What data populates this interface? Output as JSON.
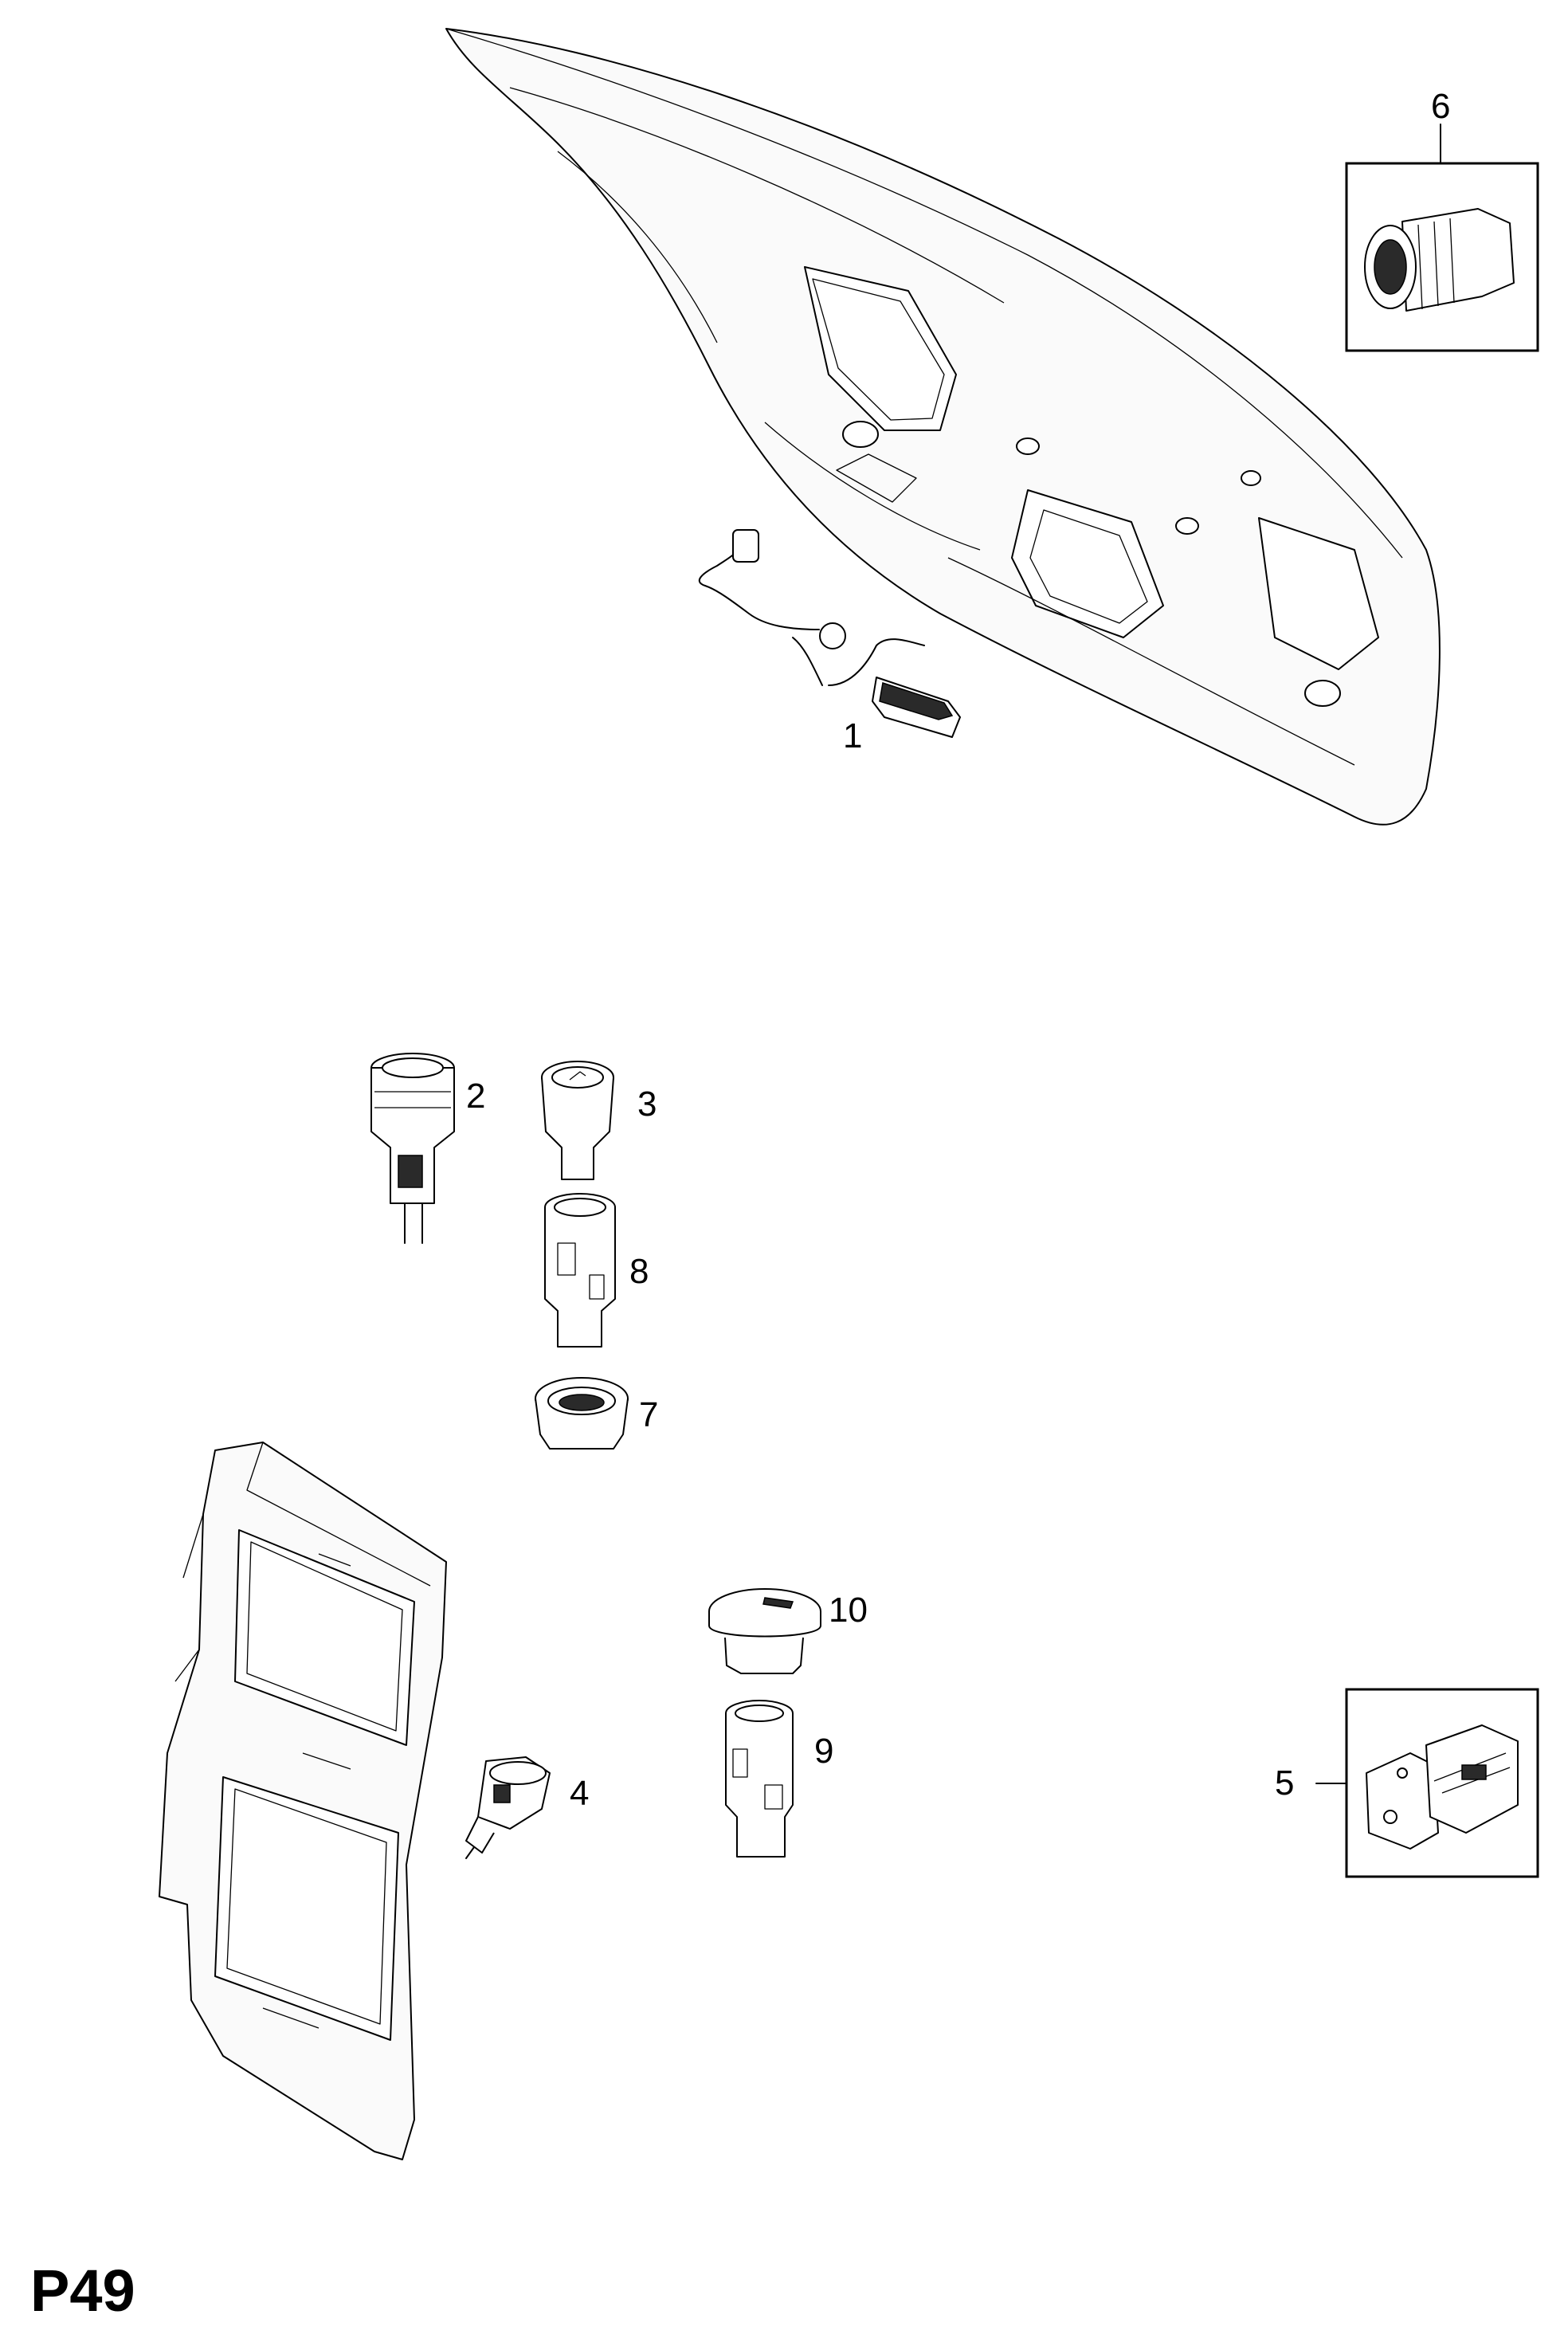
{
  "page": {
    "code": "P49"
  },
  "callouts": [
    {
      "id": "1",
      "text": "1"
    },
    {
      "id": "2",
      "text": "2"
    },
    {
      "id": "3",
      "text": "3"
    },
    {
      "id": "4",
      "text": "4"
    },
    {
      "id": "5",
      "text": "5"
    },
    {
      "id": "6",
      "text": "6"
    },
    {
      "id": "7",
      "text": "7"
    },
    {
      "id": "8",
      "text": "8"
    },
    {
      "id": "9",
      "text": "9"
    },
    {
      "id": "10",
      "text": "10"
    }
  ],
  "parts": [
    {
      "callout": "1",
      "icon": "tailgate-lamp-with-harness"
    },
    {
      "callout": "2",
      "icon": "cigarette-lighter-socket"
    },
    {
      "callout": "3",
      "icon": "cigarette-lighter-insert"
    },
    {
      "callout": "4",
      "icon": "lighter-socket-assembly"
    },
    {
      "callout": "5",
      "icon": "connector-bracket"
    },
    {
      "callout": "6",
      "icon": "socket-connector"
    },
    {
      "callout": "7",
      "icon": "retaining-ring"
    },
    {
      "callout": "8",
      "icon": "lighter-housing"
    },
    {
      "callout": "9",
      "icon": "power-outlet-housing"
    },
    {
      "callout": "10",
      "icon": "power-outlet-cap"
    }
  ]
}
